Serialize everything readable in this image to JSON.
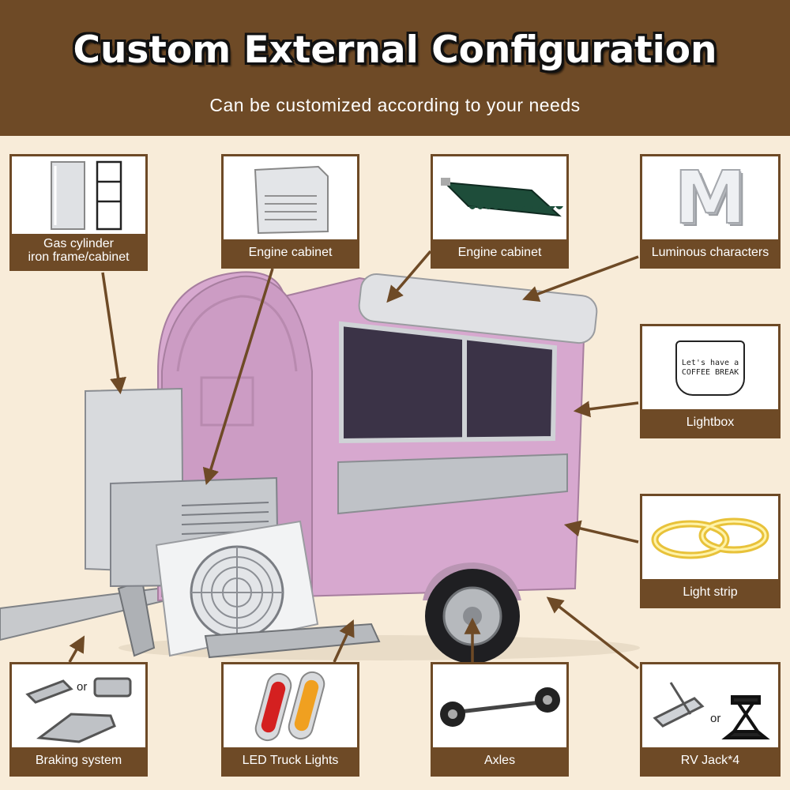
{
  "header": {
    "title": "Custom External Configuration",
    "subtitle": "Can be customized according to your needs"
  },
  "cards": {
    "gas_cylinder": {
      "label": "Gas cylinder\niron frame/cabinet"
    },
    "engine_cabinet_1": {
      "label": "Engine cabinet"
    },
    "engine_cabinet_2": {
      "label": "Engine cabinet"
    },
    "luminous": {
      "label": "Luminous characters",
      "glyph": "M"
    },
    "lightbox": {
      "label": "Lightbox",
      "sign": "Let's have a COFFEE BREAK"
    },
    "light_strip": {
      "label": "Light strip"
    },
    "braking": {
      "label": "Braking system",
      "or": "or"
    },
    "led_lights": {
      "label": "LED Truck Lights"
    },
    "axles": {
      "label": "Axles"
    },
    "rv_jack": {
      "label": "RV Jack*4",
      "or": "or"
    }
  },
  "colors": {
    "brown": "#6e4a26",
    "background": "#f8ecd9",
    "cart_pink": "#d7a8cf"
  }
}
